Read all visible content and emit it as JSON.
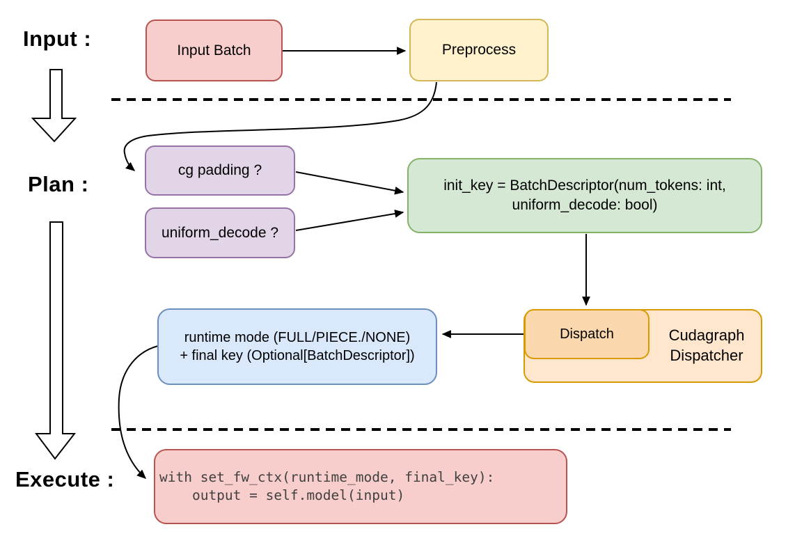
{
  "stage_labels": {
    "input": "Input :",
    "plan": "Plan :",
    "execute": "Execute :"
  },
  "nodes": {
    "input_batch": {
      "label": "Input Batch",
      "fill": "#f8cecc",
      "stroke": "#b85450"
    },
    "preprocess": {
      "label": "Preprocess",
      "fill": "#fff2cc",
      "stroke": "#d6b656"
    },
    "cg_padding": {
      "label": "cg padding ?",
      "fill": "#e1d5e7",
      "stroke": "#9673a6"
    },
    "uniform_decode": {
      "label": "uniform_decode ?",
      "fill": "#e1d5e7",
      "stroke": "#9673a6"
    },
    "init_key": {
      "line1": "init_key = BatchDescriptor(num_tokens: int,",
      "line2": "uniform_decode: bool)",
      "fill": "#d5e8d4",
      "stroke": "#82b366"
    },
    "runtime_result": {
      "line1": "runtime mode (FULL/PIECE./NONE)",
      "line2": "+ final key (Optional[BatchDescriptor])",
      "fill": "#dae8fc",
      "stroke": "#6c8ebf"
    },
    "dispatch": {
      "label": "Dispatch",
      "fill": "#fad7ac",
      "stroke": "#d79b00"
    },
    "cudagraph_dispatcher": {
      "line1": "Cudagraph",
      "line2": "Dispatcher",
      "fill": "#ffe6cc",
      "stroke": "#d79b00"
    },
    "execute_code": {
      "line1": "with set_fw_ctx(runtime_mode, final_key):",
      "line2": "    output = self.model(input)",
      "fill": "#f8cecc",
      "stroke": "#b85450",
      "text_color": "#404040"
    }
  },
  "connectors": {
    "arrow_color": "#000000",
    "dashed_divider_color": "#000000",
    "hollow_arrow_fill": "#ffffff"
  }
}
